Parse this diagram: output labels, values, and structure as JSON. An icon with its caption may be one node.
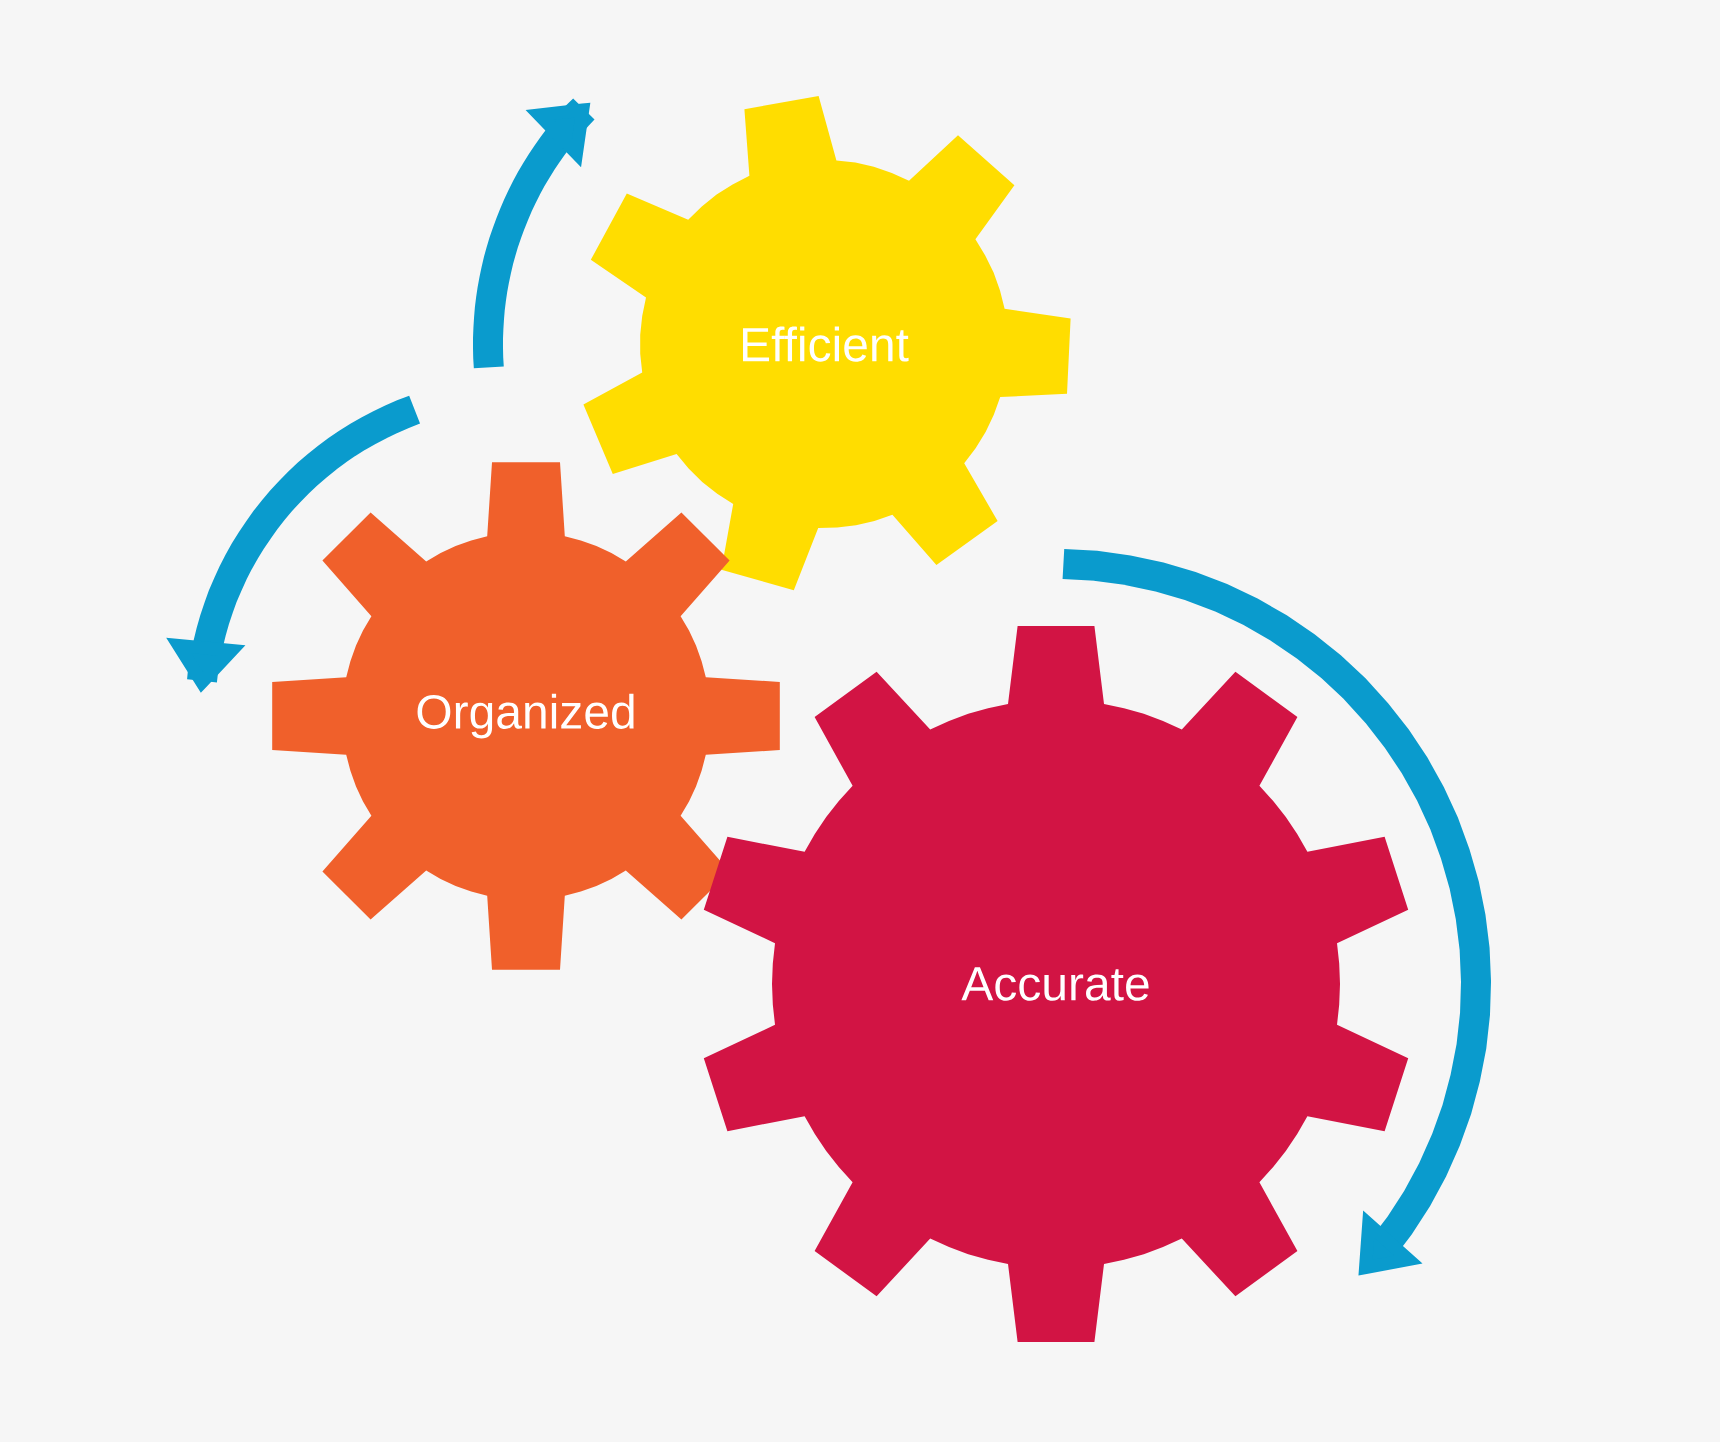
{
  "diagram": {
    "nodes": [
      {
        "text": [
          "Efficient"
        ]
      },
      {
        "text": [
          "Organized"
        ]
      },
      {
        "text": [
          "Accurate"
        ]
      }
    ]
  }
}
